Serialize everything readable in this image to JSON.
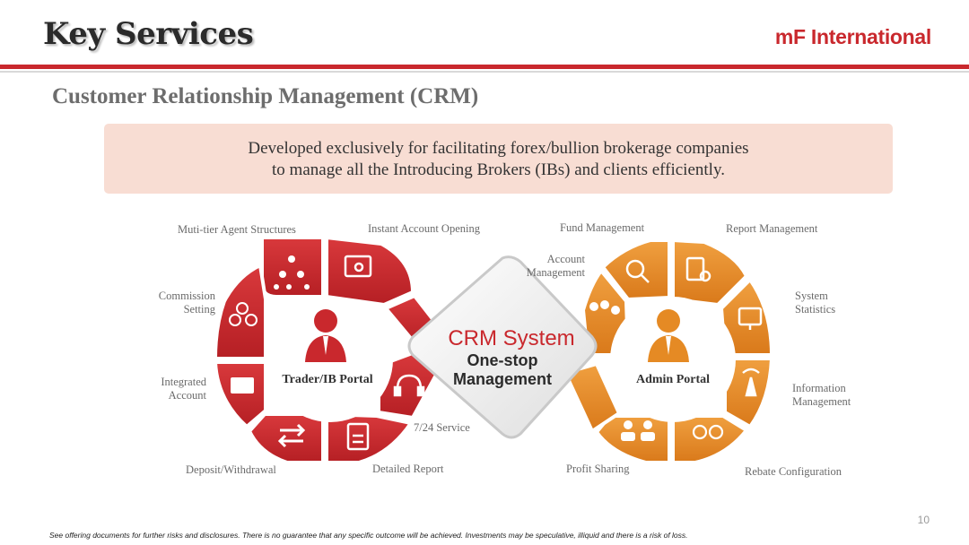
{
  "header": {
    "title": "Key Services",
    "brand": "mF International"
  },
  "section_title": "Customer Relationship Management (CRM)",
  "banner": {
    "line1": "Developed exclusively for facilitating forex/bullion brokerage companies",
    "line2": "to manage all the Introducing Brokers (IBs) and clients efficiently."
  },
  "diagram": {
    "center": {
      "line1": "CRM System",
      "line2": "One-stop",
      "line3": "Management"
    },
    "left_portal": {
      "name": "Trader/IB Portal",
      "color": "#c9282d",
      "labels": {
        "agent": "Muti-tier Agent Structures",
        "opening": "Instant Account Opening",
        "commission_1": "Commission",
        "commission_2": "Setting",
        "integrated_1": "Integrated",
        "integrated_2": "Account",
        "service": "7/24 Service",
        "deposit": "Deposit/Withdrawal",
        "report": "Detailed Report"
      }
    },
    "right_portal": {
      "name": "Admin Portal",
      "color": "#e58a24",
      "labels": {
        "fund": "Fund Management",
        "report": "Report Management",
        "account_1": "Account",
        "account_2": "Management",
        "stats_1": "System",
        "stats_2": "Statistics",
        "info_1": "Information",
        "info_2": "Management",
        "profit": "Profit Sharing",
        "rebate": "Rebate Configuration"
      }
    }
  },
  "footer": {
    "page_number": "10",
    "disclaimer": "See offering documents for further risks and disclosures. There is no guarantee that any specific outcome will be achieved. Investments may be speculative, illiquid and there is a risk of loss."
  }
}
